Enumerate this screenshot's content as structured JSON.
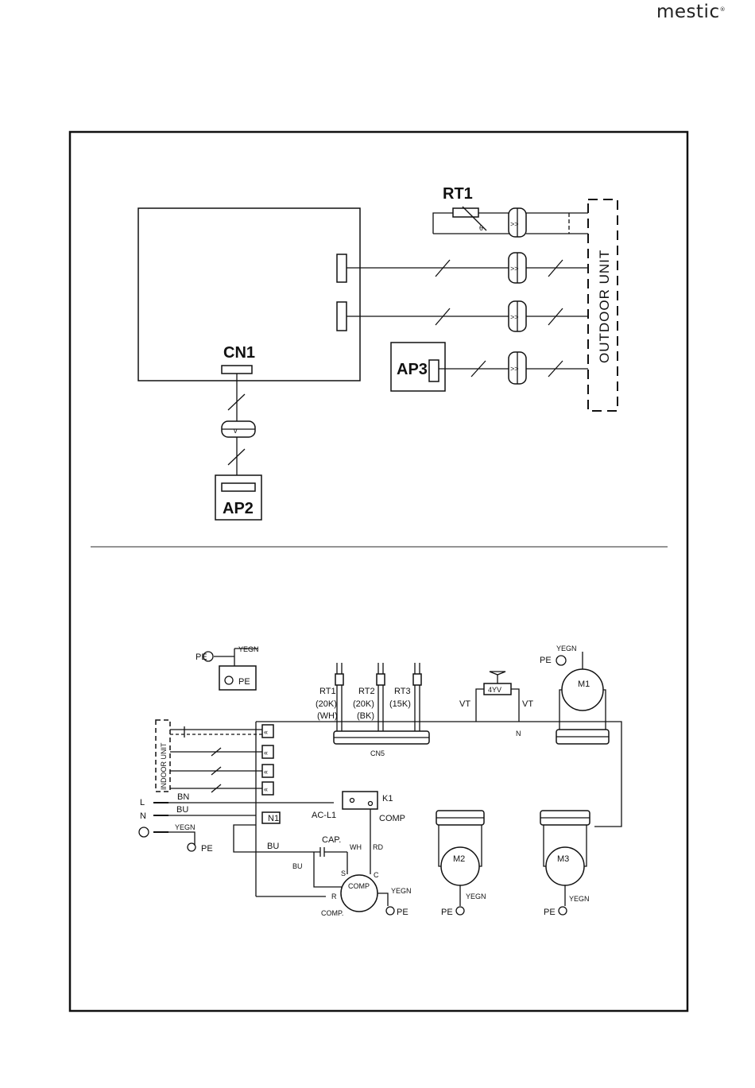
{
  "brand": "mestic",
  "diagram_top": {
    "rt1": "RT1",
    "cn1": "CN1",
    "ap2": "AP2",
    "ap3": "AP3",
    "outdoor_unit": "OUTDOOR UNIT"
  },
  "diagram_bottom": {
    "indoor_unit": "INDOOR UNIT",
    "pe": "PE",
    "yegn": "YEGN",
    "rt1": "RT1",
    "rt2": "RT2",
    "rt3": "RT3",
    "rt1_val": "(20K)",
    "rt2_val": "(20K)",
    "rt3_val": "(15K)",
    "rt1_col": "(WH)",
    "rt2_col": "(BK)",
    "cn5": "CN5",
    "valve": "4YV",
    "vt": "VT",
    "n": "N",
    "m1": "M1",
    "m2": "M2",
    "m3": "M3",
    "l": "L",
    "bn": "BN",
    "bu": "BU",
    "k1": "K1",
    "acl1": "AC-L1",
    "comp": "COMP",
    "n1": "N1",
    "cap": "CAP.",
    "wh": "WH",
    "rd": "RD",
    "s": "S",
    "c": "C",
    "r": "R",
    "comp_label": "COMP."
  }
}
